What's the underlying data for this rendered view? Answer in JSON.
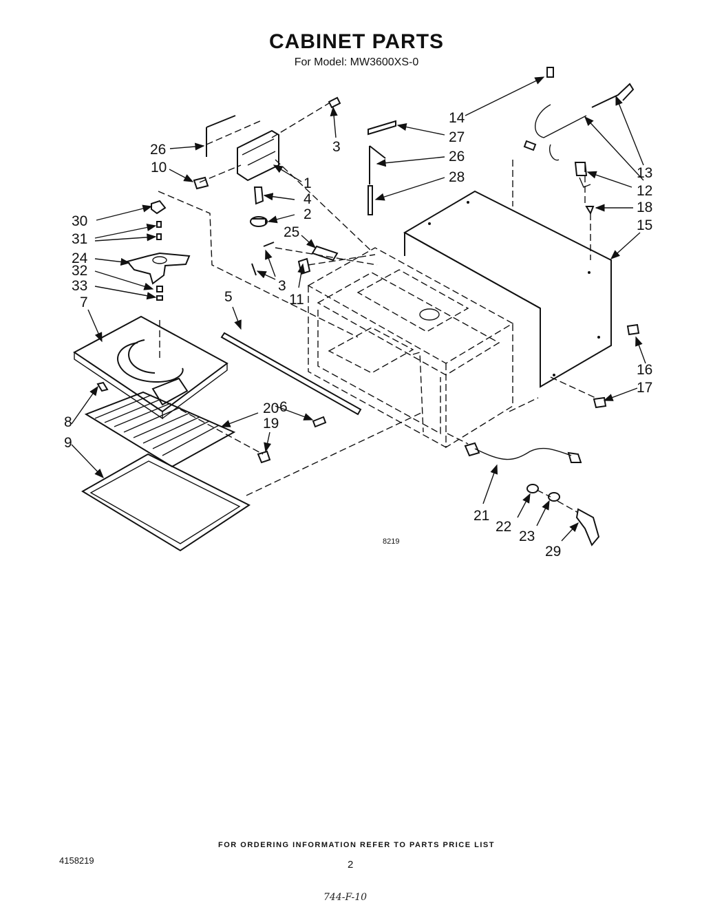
{
  "header": {
    "title": "CABINET PARTS",
    "subtitle": "For Model: MW3600XS-0"
  },
  "callouts": [
    "1",
    "2",
    "3",
    "3",
    "4",
    "5",
    "6",
    "7",
    "8",
    "9",
    "10",
    "11",
    "12",
    "13",
    "14",
    "15",
    "16",
    "17",
    "18",
    "19",
    "20",
    "21",
    "22",
    "23",
    "24",
    "25",
    "26",
    "26",
    "27",
    "28",
    "29",
    "30",
    "31",
    "32",
    "33"
  ],
  "figure_number": "8219",
  "footer": {
    "ordering_note": "FOR ORDERING INFORMATION REFER TO PARTS PRICE LIST",
    "document_number": "4158219",
    "page_number": "2",
    "handwritten_note": "744-F-10"
  }
}
